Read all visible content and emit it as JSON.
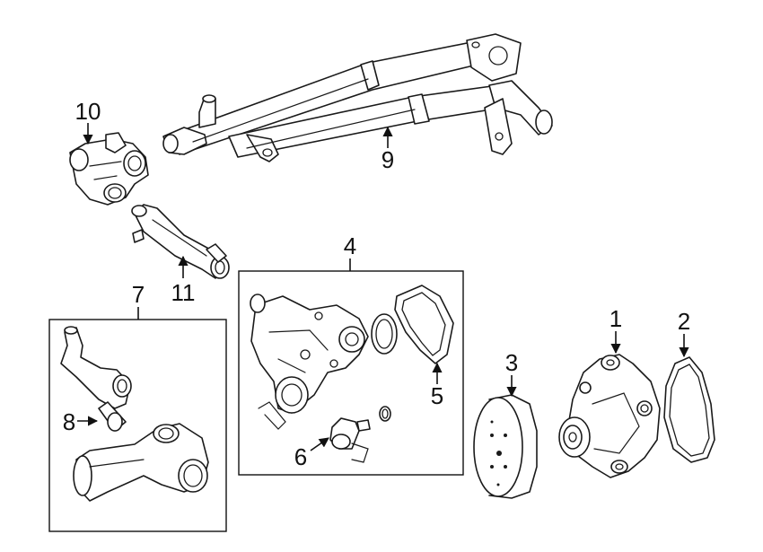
{
  "callouts": {
    "c1": "1",
    "c2": "2",
    "c3": "3",
    "c4": "4",
    "c5": "5",
    "c6": "6",
    "c7": "7",
    "c8": "8",
    "c9": "9",
    "c10": "10",
    "c11": "11"
  },
  "colors": {
    "line": "#1a1a1a",
    "background": "#ffffff"
  }
}
